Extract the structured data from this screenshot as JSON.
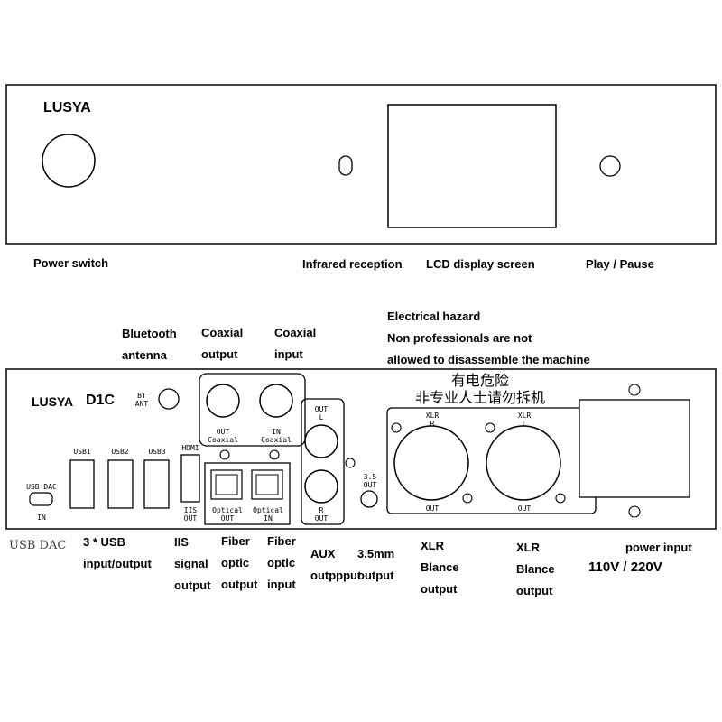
{
  "front": {
    "brand": "LUSYA",
    "labels": {
      "power_switch": "Power switch",
      "infrared": "Infrared reception",
      "lcd": "LCD display screen",
      "play_pause": "Play / Pause"
    }
  },
  "rear": {
    "brand": "LUSYA",
    "model": "D1C",
    "panel": {
      "bt": [
        "BT",
        "ANT"
      ],
      "usb_dac": [
        "USB DAC",
        "IN"
      ],
      "usb1": "USB1",
      "usb2": "USB2",
      "usb3": "USB3",
      "hdmi": "HDMI",
      "iis": [
        "IIS",
        "OUT"
      ],
      "coax_out": [
        "OUT",
        "Coaxial"
      ],
      "coax_in": [
        "IN",
        "Coaxial"
      ],
      "optical_out": [
        "Optical",
        "OUT"
      ],
      "optical_in": [
        "Optical",
        "IN"
      ],
      "aux_l": [
        "OUT",
        "L"
      ],
      "aux_r": [
        "R",
        "OUT"
      ],
      "jack": [
        "3.5",
        "OUT"
      ],
      "xlr_r_top": [
        "XLR",
        "R"
      ],
      "xlr_l_top": [
        "XLR",
        "L"
      ],
      "xlr_out": "OUT",
      "warning_cn": [
        "有电危险",
        "非专业人士请勿拆机"
      ]
    },
    "labels": {
      "bluetooth": [
        "Bluetooth",
        "antenna"
      ],
      "coax_output": [
        "Coaxial",
        "output"
      ],
      "coax_input": [
        "Coaxial",
        "input"
      ],
      "warning": [
        "Electrical hazard",
        "Non professionals are not",
        "allowed to disassemble the machine"
      ],
      "usb_dac": "USB DAC",
      "usb": [
        "3 * USB",
        "input/output"
      ],
      "iis": [
        "IIS",
        "signal",
        "output"
      ],
      "fiber_out": [
        "Fiber",
        "optic",
        "output"
      ],
      "fiber_in": [
        "Fiber",
        "optic",
        "input"
      ],
      "aux": [
        "AUX",
        "outppput"
      ],
      "jack": [
        "3.5mm",
        "output"
      ],
      "xlr_1": [
        "XLR",
        "Blance",
        "output"
      ],
      "xlr_2": [
        "XLR",
        "Blance",
        "output"
      ],
      "power": [
        "power input",
        "110V / 220V"
      ]
    }
  }
}
